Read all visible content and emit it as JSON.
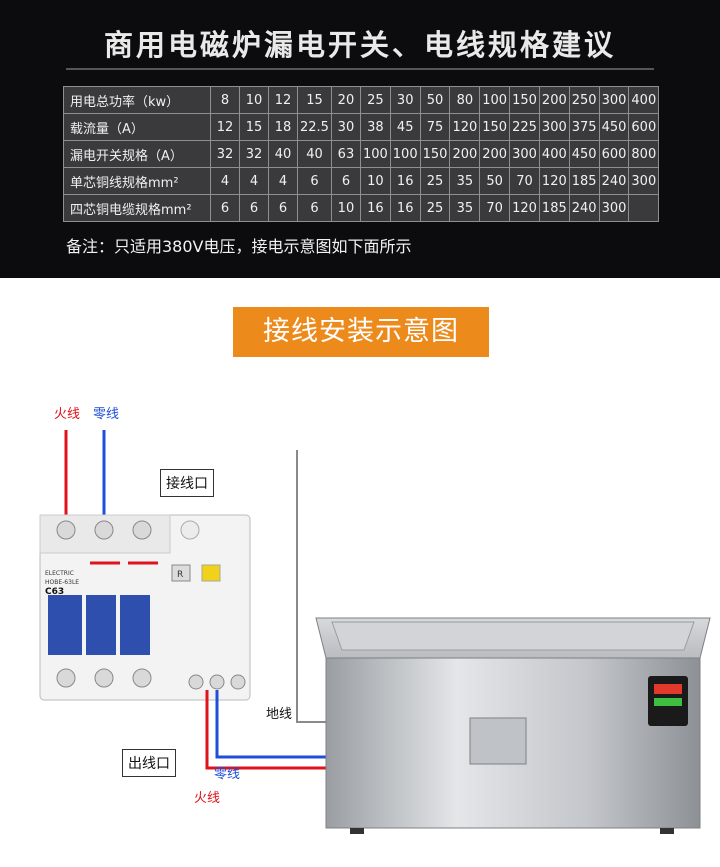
{
  "header": {
    "title": "商用电磁炉漏电开关、电线规格建议"
  },
  "spec_table": {
    "rows": [
      {
        "label": "用电总功率（kw）",
        "values": [
          "8",
          "10",
          "12",
          "15",
          "20",
          "25",
          "30",
          "50",
          "80",
          "100",
          "150",
          "200",
          "250",
          "300",
          "400"
        ]
      },
      {
        "label": "载流量（A）",
        "values": [
          "12",
          "15",
          "18",
          "22.5",
          "30",
          "38",
          "45",
          "75",
          "120",
          "150",
          "225",
          "300",
          "375",
          "450",
          "600"
        ]
      },
      {
        "label": "漏电开关规格（A）",
        "values": [
          "32",
          "32",
          "40",
          "40",
          "63",
          "100",
          "100",
          "150",
          "200",
          "200",
          "300",
          "400",
          "450",
          "600",
          "800"
        ]
      },
      {
        "label": "单芯铜线规格mm²",
        "values": [
          "4",
          "4",
          "4",
          "6",
          "6",
          "10",
          "16",
          "25",
          "35",
          "50",
          "70",
          "120",
          "185",
          "240",
          "300"
        ]
      },
      {
        "label": "四芯铜电缆规格mm²",
        "values": [
          "6",
          "6",
          "6",
          "6",
          "10",
          "16",
          "16",
          "25",
          "35",
          "70",
          "120",
          "185",
          "240",
          "300",
          ""
        ]
      }
    ]
  },
  "note": "备注：只适用380V电压，接电示意图如下面所示",
  "banner": "接线安装示意图",
  "diagram": {
    "live_label_top": "火线",
    "neutral_label_top": "零线",
    "input_port_label": "接线口",
    "ground_label": "地线",
    "output_port_label": "出线口",
    "neutral_label_bottom": "零线",
    "live_label_bottom": "火线",
    "breaker": {
      "brand": "ELECTRIC",
      "model": "HOBE-63LE",
      "rating": "C63",
      "test_button": "R"
    },
    "colors": {
      "live": "#e0121b",
      "neutral": "#1f4fd8",
      "ground": "#8a8a8a",
      "banner": "#ec8a1c"
    }
  }
}
